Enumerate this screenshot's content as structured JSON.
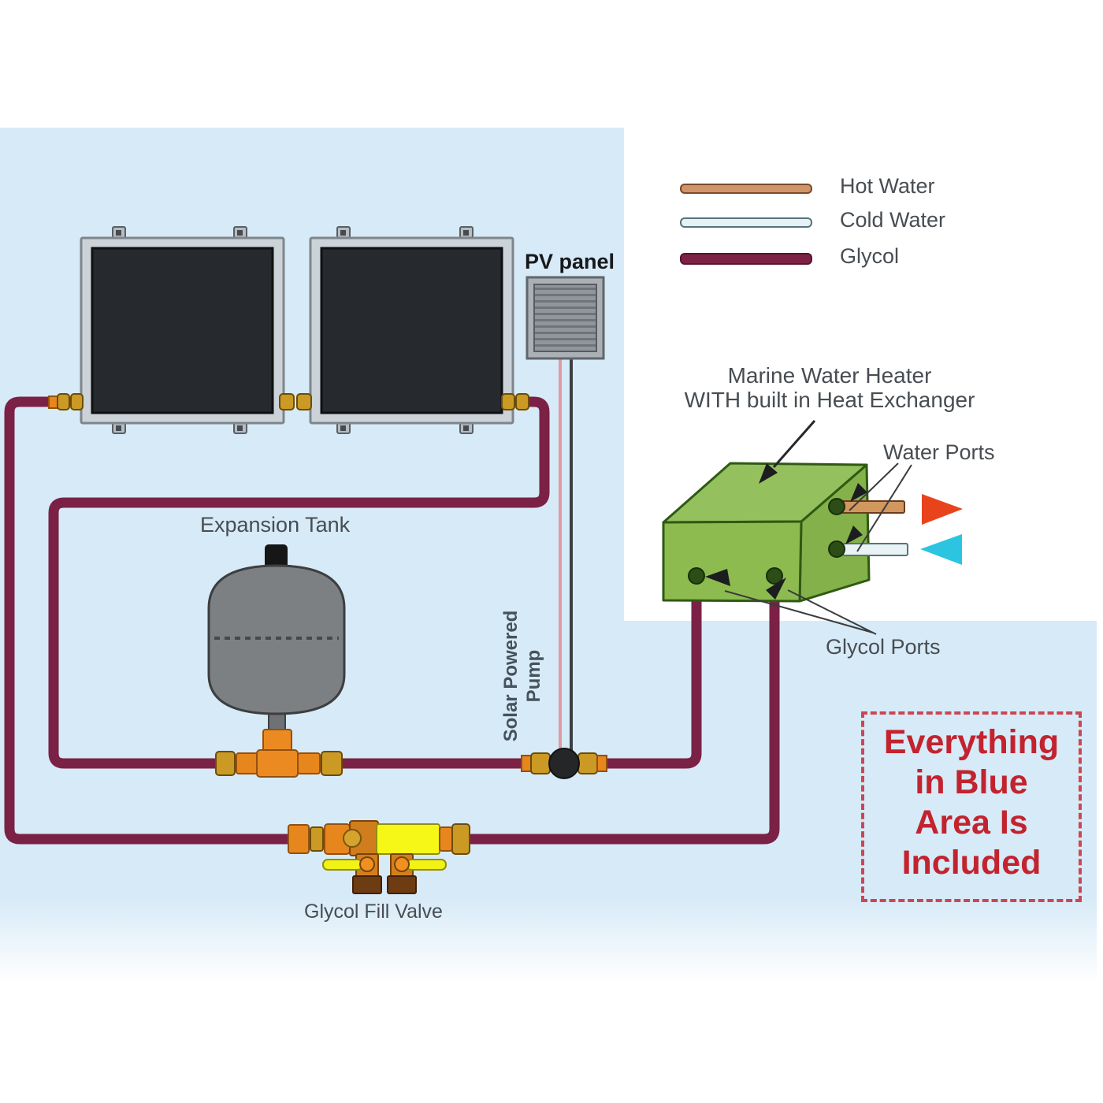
{
  "legend": {
    "items": [
      {
        "label": "Hot Water",
        "color": "#cf9468"
      },
      {
        "label": "Cold Water",
        "color": "#e6f2f4"
      },
      {
        "label": "Glycol",
        "color": "#7e2245"
      }
    ]
  },
  "labels": {
    "pv_panel": "PV panel",
    "heater_line1": "Marine  Water Heater",
    "heater_line2": "WITH built in Heat Exchanger",
    "water_ports": "Water Ports",
    "glycol_ports": "Glycol Ports",
    "expansion_tank": "Expansion Tank",
    "pump_line1": "Solar Powered",
    "pump_line2": "Pump",
    "glycol_fill_valve": "Glycol Fill Valve"
  },
  "included_box": {
    "lines": [
      "Everything",
      "in Blue",
      "Area Is",
      "Included"
    ],
    "text_color": "#c2232e",
    "border_color": "#cc4653"
  },
  "colors": {
    "blue_area": "#d7eaf7",
    "glycol_pipe": "#7a2145",
    "hot_water_pipe": "#d2975f",
    "cold_water_pipe": "#e9f3f5",
    "heater_green": "#8dbb50",
    "valve_yellow": "#f6f617",
    "fitting_brass": "#cb9a25",
    "fitting_orange": "#e8861e",
    "arrow_hot": "#e8431b",
    "arrow_cold": "#2bc5e2",
    "solar_panel_dark": "#26292d",
    "tank_gray": "#7d8082"
  }
}
